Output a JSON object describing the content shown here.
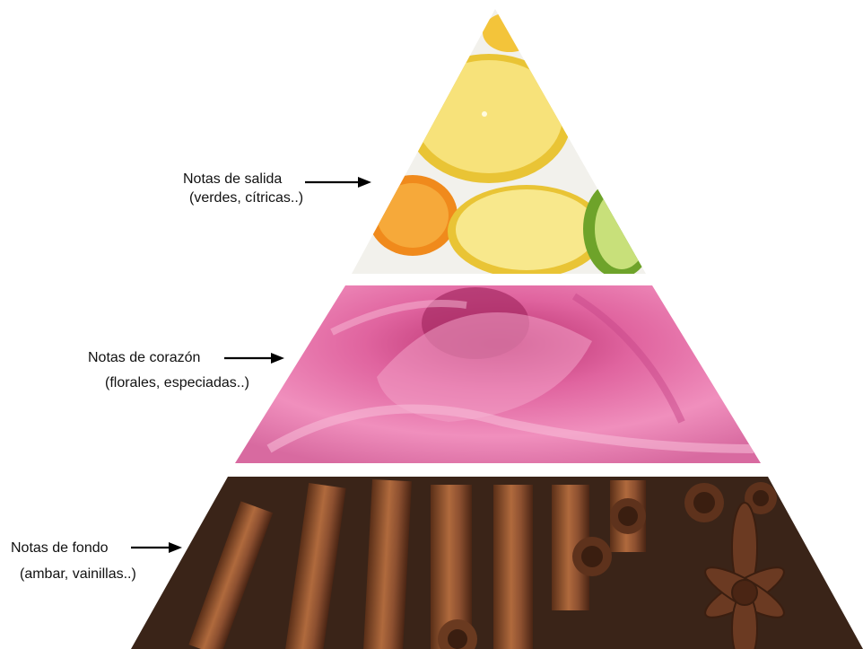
{
  "layers": [
    {
      "id": "top",
      "title": "Notas de salida",
      "subtitle": "(verdes, cítricas..)",
      "image": "citrus-slices"
    },
    {
      "id": "middle",
      "title": "Notas de corazón",
      "subtitle": "(florales, especiadas..)",
      "image": "pink-rose"
    },
    {
      "id": "bottom",
      "title": "Notas de fondo",
      "subtitle": "(ambar, vainillas..)",
      "image": "cinnamon-sticks-star-anise"
    }
  ],
  "colors": {
    "text": "#111111",
    "arrow": "#000000",
    "citrus": "#f5d84a",
    "rose": "#e36fa8",
    "cinnamon": "#7a4426"
  }
}
